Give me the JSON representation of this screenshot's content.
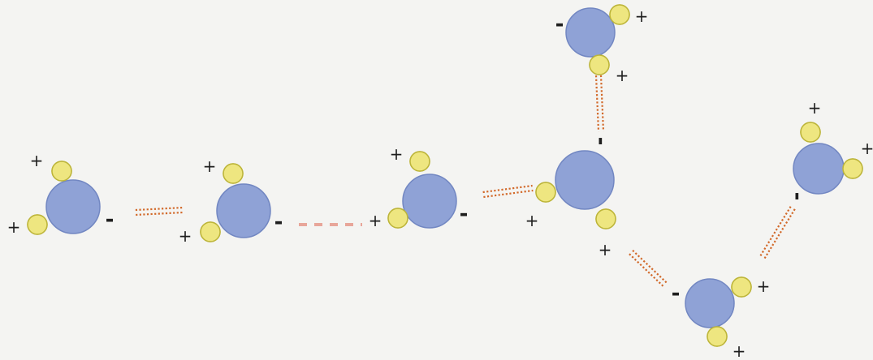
{
  "diagram": {
    "colors": {
      "background": "#f4f4f2",
      "oxygen_fill": "#8fa2d6",
      "oxygen_stroke": "#7287c2",
      "hydrogen_fill": "#eee680",
      "hydrogen_stroke": "#bdb53a",
      "bond_dotted": "#d2692a",
      "bond_dashed": "#e8a69a",
      "charge_text": "#1e1e1e"
    },
    "charge_symbols": {
      "positive": "+",
      "negative": "-"
    },
    "molecules": [
      {
        "id": "water-1",
        "oxygen": "O",
        "hydrogens": 2
      },
      {
        "id": "water-2",
        "oxygen": "O",
        "hydrogens": 2
      },
      {
        "id": "water-3",
        "oxygen": "O",
        "hydrogens": 2
      },
      {
        "id": "water-4-center",
        "oxygen": "O",
        "hydrogens": 2
      },
      {
        "id": "water-5-top",
        "oxygen": "O",
        "hydrogens": 2
      },
      {
        "id": "water-6-bottom",
        "oxygen": "O",
        "hydrogens": 2
      },
      {
        "id": "water-7-right",
        "oxygen": "O",
        "hydrogens": 2
      }
    ],
    "hydrogen_bonds": [
      {
        "from": "water-1",
        "to": "water-2",
        "style": "dotted-double"
      },
      {
        "from": "water-2",
        "to": "water-3",
        "style": "dashed"
      },
      {
        "from": "water-3",
        "to": "water-4-center",
        "style": "dotted-double"
      },
      {
        "from": "water-4-center",
        "to": "water-5-top",
        "style": "dotted-double"
      },
      {
        "from": "water-4-center",
        "to": "water-6-bottom",
        "style": "dotted-double"
      },
      {
        "from": "water-6-bottom",
        "to": "water-7-right",
        "style": "dotted-double"
      }
    ]
  }
}
